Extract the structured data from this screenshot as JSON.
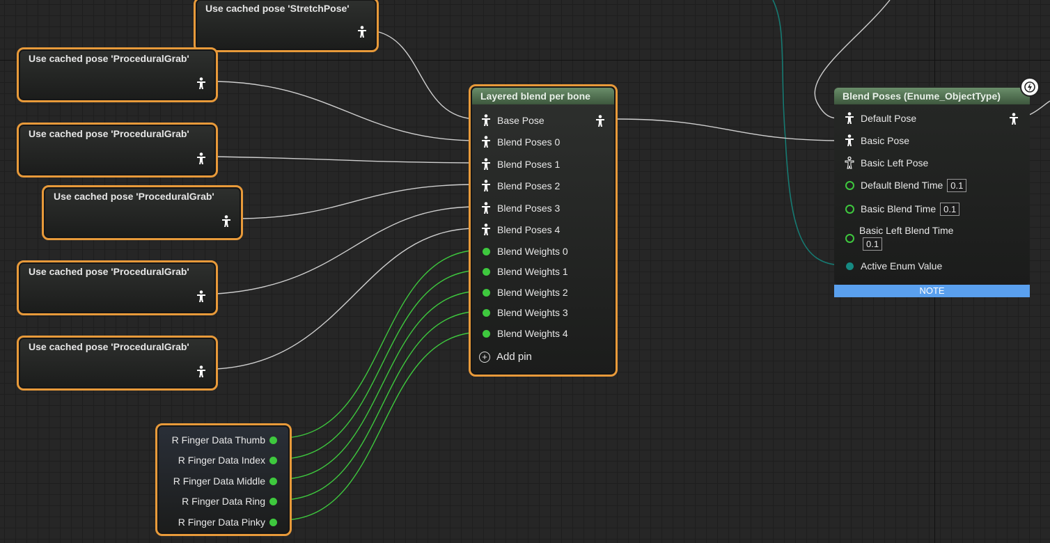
{
  "cached_nodes": [
    {
      "title": "Use cached pose 'StretchPose'"
    },
    {
      "title": "Use cached pose 'ProceduralGrab'"
    },
    {
      "title": "Use cached pose 'ProceduralGrab'"
    },
    {
      "title": "Use cached pose 'ProceduralGrab'"
    },
    {
      "title": "Use cached pose 'ProceduralGrab'"
    },
    {
      "title": "Use cached pose 'ProceduralGrab'"
    }
  ],
  "layered": {
    "title": "Layered blend per bone",
    "pose_pins": [
      "Base Pose",
      "Blend Poses 0",
      "Blend Poses 1",
      "Blend Poses 2",
      "Blend Poses 3",
      "Blend Poses 4"
    ],
    "weight_pins": [
      "Blend Weights 0",
      "Blend Weights 1",
      "Blend Weights 2",
      "Blend Weights 3",
      "Blend Weights 4"
    ],
    "add_pin": "Add pin"
  },
  "blend_enum": {
    "title": "Blend Poses (Enume_ObjectType)",
    "pins": [
      "Default Pose",
      "Basic Pose",
      "Basic Left Pose"
    ],
    "default_blend_time_label": "Default Blend Time",
    "default_blend_time_value": "0.1",
    "basic_blend_time_label": "Basic Blend Time",
    "basic_blend_time_value": "0.1",
    "basic_left_blend_time_label": "Basic Left Blend Time",
    "basic_left_blend_time_value": "0.1",
    "active_enum_label": "Active Enum Value",
    "note": "NOTE"
  },
  "finger_node": {
    "outputs": [
      "R Finger Data Thumb",
      "R Finger Data Index",
      "R Finger Data Middle",
      "R Finger Data Ring",
      "R Finger Data Pinky"
    ]
  },
  "colors": {
    "node_border": "#e89a3a",
    "anim_header": "#5a7d5a",
    "float_pin": "#3ec83e",
    "enum_pin": "#168a82",
    "note_bar": "#5aa0ee"
  },
  "icons": [
    "pose-icon",
    "float-pin-icon",
    "enum-pin-icon",
    "add-pin-icon",
    "lightning-icon"
  ]
}
